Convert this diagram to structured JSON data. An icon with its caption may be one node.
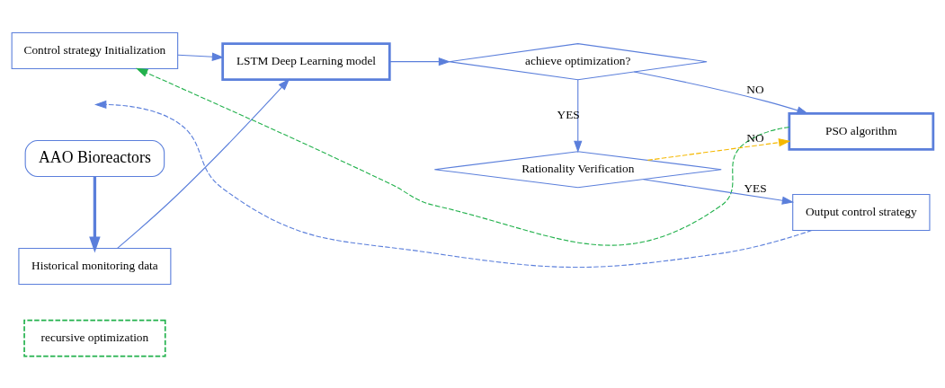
{
  "diagram": {
    "nodes": [
      {
        "text": [
          "recursive optimization"
        ]
      },
      {
        "text": [
          "Control strategy Initialization"
        ]
      },
      {
        "text": [
          "Historical monitoring data"
        ]
      },
      {
        "text": [
          "AAO Bioreactors"
        ]
      },
      {
        "text": [
          "LSTM Deep Learning model"
        ]
      },
      {
        "text": [
          "achieve optimization?"
        ]
      },
      {
        "text": [
          "PSO algorithm"
        ]
      },
      {
        "text": [
          "Rationality Verification"
        ]
      },
      {
        "text": [
          "Output control strategy"
        ]
      }
    ],
    "edges": [
      {
        "from": 1,
        "to": 4,
        "arrow": "to"
      },
      {
        "from": 2,
        "to": 4,
        "arrow": "to"
      },
      {
        "from": 3,
        "to": 2,
        "arrow": "to",
        "style": "thick"
      },
      {
        "from": 4,
        "to": 5,
        "arrow": "to"
      },
      {
        "from": 5,
        "to": 6,
        "arrow": "to",
        "label": "NO"
      },
      {
        "from": 5,
        "to": 7,
        "arrow": "to",
        "label": "YES"
      },
      {
        "from": 7,
        "to": 8,
        "arrow": "to",
        "label": "YES"
      },
      {
        "from": 7,
        "to": 6,
        "arrow": "to",
        "label": "NO",
        "style": "dashed",
        "color": "#f5b800"
      },
      {
        "from": 6,
        "to": 1,
        "arrow": "to",
        "style": "dashed",
        "color": "#22b14c"
      },
      {
        "from": 8,
        "to": null,
        "arrow": "to",
        "style": "dashed"
      }
    ]
  }
}
